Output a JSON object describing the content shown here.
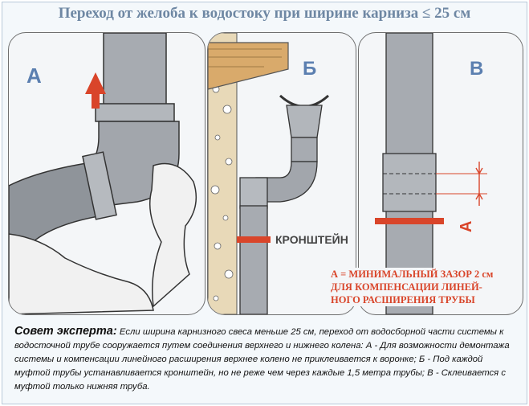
{
  "title": "Переход от желоба к водостоку при ширине карниза ≤ 25 см",
  "panels": {
    "a": {
      "letter": "А"
    },
    "b": {
      "letter": "Б",
      "bracket_label": "КРОНШТЕЙН"
    },
    "v": {
      "letter": "В",
      "dim_label": "А",
      "note_line1": "А = МИНИМАЛЬНЫЙ ЗАЗОР 2 см",
      "note_line2": "ДЛЯ КОМПЕНСАЦИИ ЛИНЕЙ-",
      "note_line3": "НОГО РАСШИРЕНИЯ ТРУБЫ"
    }
  },
  "expert": {
    "heading": "Совет эксперта:",
    "text": "Если ширина карнизного свеса меньше 25 см, переход от водосборной части системы к водосточной трубе сооружается путем соединения верхнего и нижнего колена: А - Для возможности демонтажа системы и компенсации линейного расширения верхнее колено не приклеивается к воронке; Б - Под каждой муфтой трубы устанавливается кронштейн, но не реже чем через каждые 1,5 метра трубы; В - Склеивается с муфтой только нижняя труба."
  },
  "colors": {
    "pipe": "#a7abb1",
    "pipe_dark": "#7b8087",
    "accent": "#d9452a",
    "letter": "#5b7fb0",
    "title": "#6e87a3",
    "wall": "#e8d9b8",
    "roof": "#d9aa6b"
  }
}
